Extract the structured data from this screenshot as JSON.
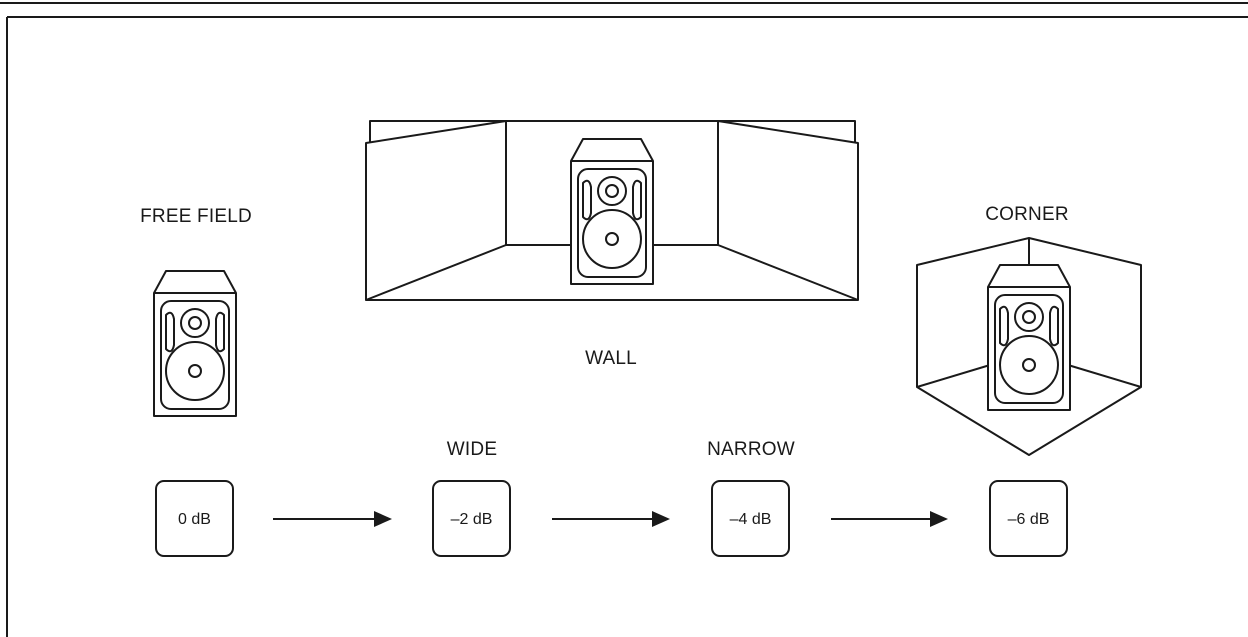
{
  "labels": {
    "free_field": "FREE FIELD",
    "wall": "WALL",
    "corner": "CORNER",
    "wide": "WIDE",
    "narrow": "NARROW"
  },
  "levels": [
    "0 dB",
    "–2 dB",
    "–4 dB",
    "–6 dB"
  ],
  "colors": {
    "line": "#1a1a1a",
    "background": "#ffffff"
  }
}
